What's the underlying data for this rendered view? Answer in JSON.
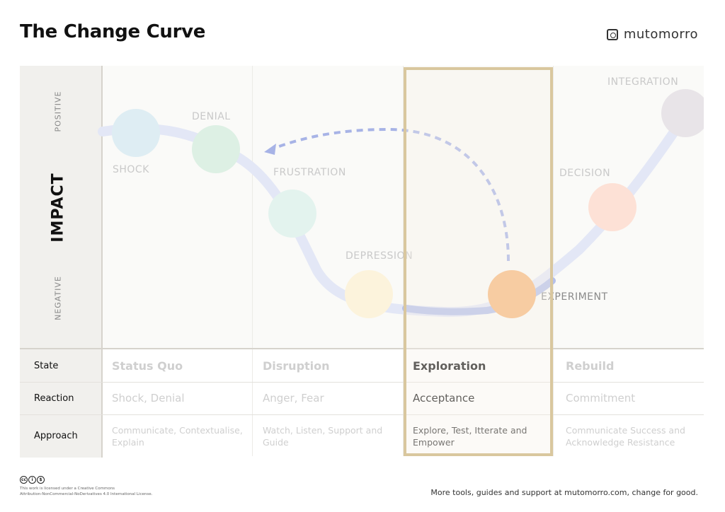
{
  "title": "The Change Curve",
  "brand": {
    "name": "mutomorro",
    "icon": "mutomorro-logo-icon"
  },
  "axis": {
    "impact": "IMPACT",
    "positive": "POSITIVE",
    "negative": "NEGATIVE"
  },
  "stages": [
    {
      "label": "SHOCK",
      "color": "#deedf3"
    },
    {
      "label": "DENIAL",
      "color": "#ddf0e4"
    },
    {
      "label": "FRUSTRATION",
      "color": "#e3f3ee"
    },
    {
      "label": "DEPRESSION",
      "color": "#fcf3dc"
    },
    {
      "label": "EXPERIMENT",
      "color": "#f8b97d"
    },
    {
      "label": "DECISION",
      "color": "#fde1d6"
    },
    {
      "label": "INTEGRATION",
      "color": "#e8e4e8"
    }
  ],
  "table": {
    "row_labels": [
      "State",
      "Reaction",
      "Approach"
    ],
    "columns": [
      {
        "state": "Status Quo",
        "reaction": "Shock, Denial",
        "approach": "Communicate, Contextualise, Explain"
      },
      {
        "state": "Disruption",
        "reaction": "Anger, Fear",
        "approach": "Watch, Listen, Support and Guide"
      },
      {
        "state": "Exploration",
        "reaction": "Acceptance",
        "approach": "Explore, Test, Itterate and Empower"
      },
      {
        "state": "Rebuild",
        "reaction": "Commitment",
        "approach": "Communicate Success and Acknowledge Resistance"
      }
    ],
    "active_column": 2
  },
  "colors": {
    "curve": "#e3e7f6",
    "curve_active": "#b5c0ea",
    "arrow": "#a7b3e6",
    "highlight": "#d9c79e"
  },
  "footer": {
    "license_line1": "This work is licensed under a Creative Commons",
    "license_line2": "Attribution-NonCommercial-NoDerivatives 4.0 International License.",
    "cc_icons": [
      "cc-icon",
      "by-icon",
      "nc-icon"
    ],
    "tagline": "More tools, guides and support at mutomorro.com, change for good."
  }
}
